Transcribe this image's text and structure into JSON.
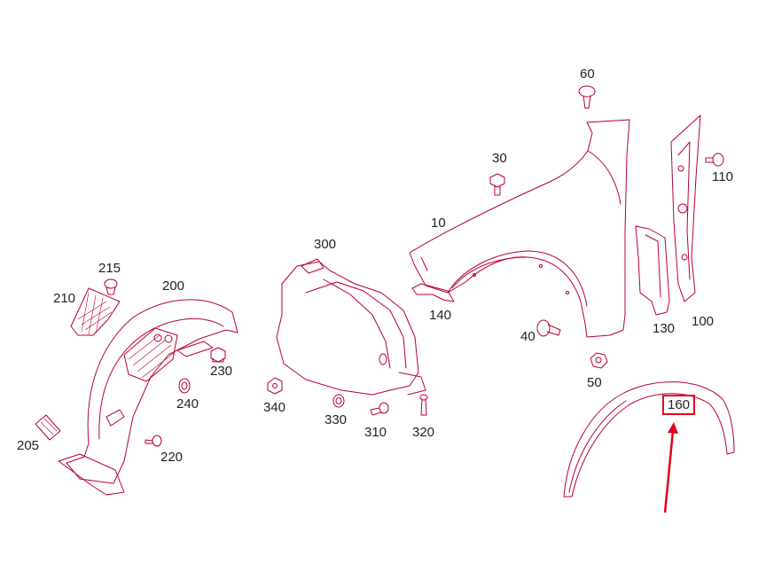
{
  "callouts": {
    "p10": "10",
    "p30": "30",
    "p40": "40",
    "p50": "50",
    "p60": "60",
    "p100": "100",
    "p110": "110",
    "p130": "130",
    "p140": "140",
    "p160": "160",
    "p200": "200",
    "p205": "205",
    "p210": "210",
    "p215": "215",
    "p220": "220",
    "p230": "230",
    "p240": "240",
    "p300": "300",
    "p310": "310",
    "p320": "320",
    "p330": "330",
    "p340": "340"
  },
  "colors": {
    "line_art": "#b8002c",
    "highlight": "#e3001b",
    "label_text": "#222222",
    "background": "#ffffff"
  },
  "highlighted_part": "160"
}
